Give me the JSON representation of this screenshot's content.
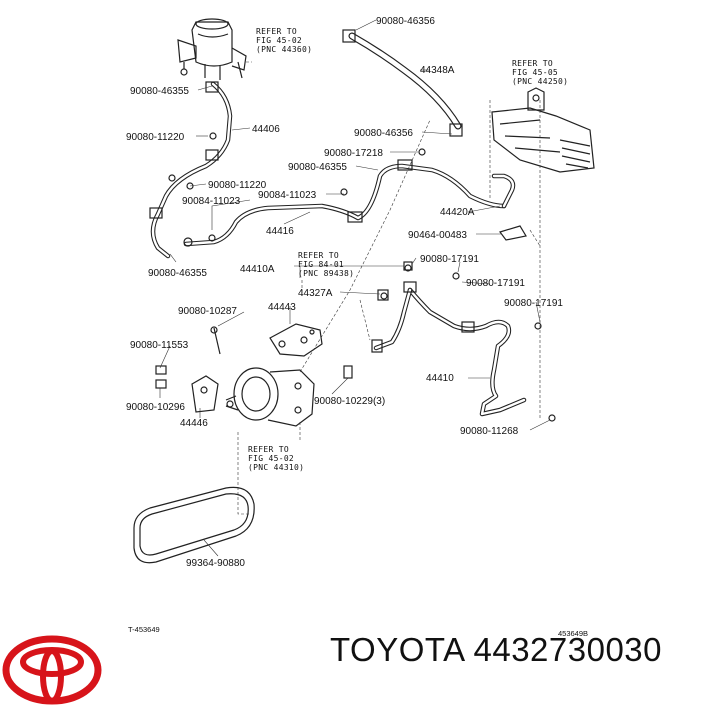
{
  "brand": {
    "name": "TOYOTA",
    "part_number": "4432730030",
    "logo_color": "#d7141a"
  },
  "labels": {
    "p90080_46356_top": "90080-46356",
    "p44348A": "44348A",
    "p90080_46355_a": "90080-46355",
    "p90080_11220_a": "90080-11220",
    "p44406": "44406",
    "p90080_46356_mid": "90080-46356",
    "p90080_17218": "90080-17218",
    "p90080_46355_b": "90080-46355",
    "p90080_11220_b": "90080-11220",
    "p90084_11023_a": "90084-11023",
    "p90084_11023_b": "90084-11023",
    "p44420A": "44420A",
    "p44416": "44416",
    "p90464_00483": "90464-00483",
    "p90080_46355_c": "90080-46355",
    "p44410A": "44410A",
    "p90080_17191_a": "90080-17191",
    "p90080_17191_b": "90080-17191",
    "p44327A": "44327A",
    "p90080_17191_c": "90080-17191",
    "p90080_10287": "90080-10287",
    "p44443": "44443",
    "p90080_11553": "90080-11553",
    "p44410": "44410",
    "p90080_10296": "90080-10296",
    "p90080_10229": "90080-10229(3)",
    "p44446": "44446",
    "p90080_11268": "90080-11268",
    "p99364_90880": "99364-90880",
    "code_left": "T-453649",
    "code_right": "453649B"
  },
  "refs": {
    "r1": [
      "REFER TO",
      "FIG 45-02",
      "(PNC 44360)"
    ],
    "r2": [
      "REFER TO",
      "FIG 45-05",
      "(PNC 44250)"
    ],
    "r3": [
      "REFER TO",
      "FIG 84-01",
      "(PNC 89438)"
    ],
    "r4": [
      "REFER TO",
      "FIG 45-02",
      "(PNC 44310)"
    ]
  }
}
